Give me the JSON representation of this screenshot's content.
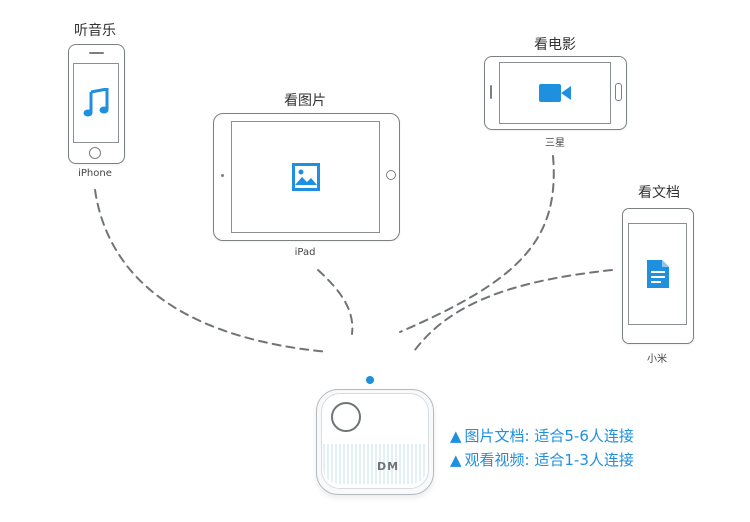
{
  "devices": {
    "iphone": {
      "title": "听音乐",
      "label": "iPhone",
      "icon": "music-note-icon"
    },
    "ipad": {
      "title": "看图片",
      "label": "iPad",
      "icon": "image-icon"
    },
    "samsung": {
      "title": "看电影",
      "label": "三星",
      "icon": "video-camera-icon"
    },
    "xiaomi": {
      "title": "看文档",
      "label": "小米",
      "icon": "document-icon"
    }
  },
  "hub": {
    "brand": "DM",
    "status_light": "blue-dot"
  },
  "info": {
    "line1": "图片文档: 适合5-6人连接",
    "line2": "观看视频: 适合1-3人连接",
    "bullet": "▲"
  },
  "colors": {
    "accent": "#1f8fdf",
    "outline": "#7b8083",
    "dash": "#6f7477"
  }
}
